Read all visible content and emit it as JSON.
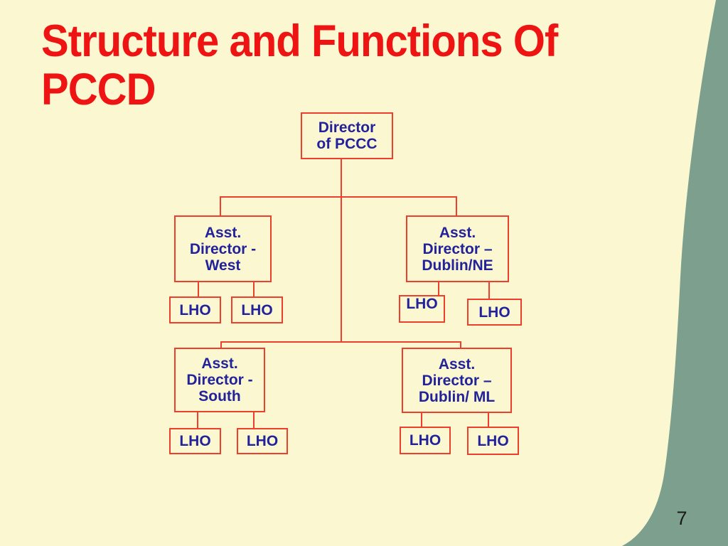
{
  "slide": {
    "title": "Structure and Functions Of\nPCCD",
    "page_number": "7"
  },
  "org_chart": {
    "director": "Director\nof PCCC",
    "asst_director_west": "Asst.\nDirector -\nWest",
    "asst_director_dublin_ne": "Asst.\nDirector –\nDublin/NE",
    "asst_director_south": "Asst.\nDirector -\nSouth",
    "asst_director_dublin_ml": "Asst.\nDirector –\nDublin/ ML",
    "lho_label": "LHO"
  },
  "colors": {
    "background_cream": "#FBF7D1",
    "sidebar_green": "#7DA08E",
    "title_red": "#EE1414",
    "line_red": "#EF3E2E",
    "text_blue": "#22229B",
    "page_number_color": "#1A1A1A"
  }
}
